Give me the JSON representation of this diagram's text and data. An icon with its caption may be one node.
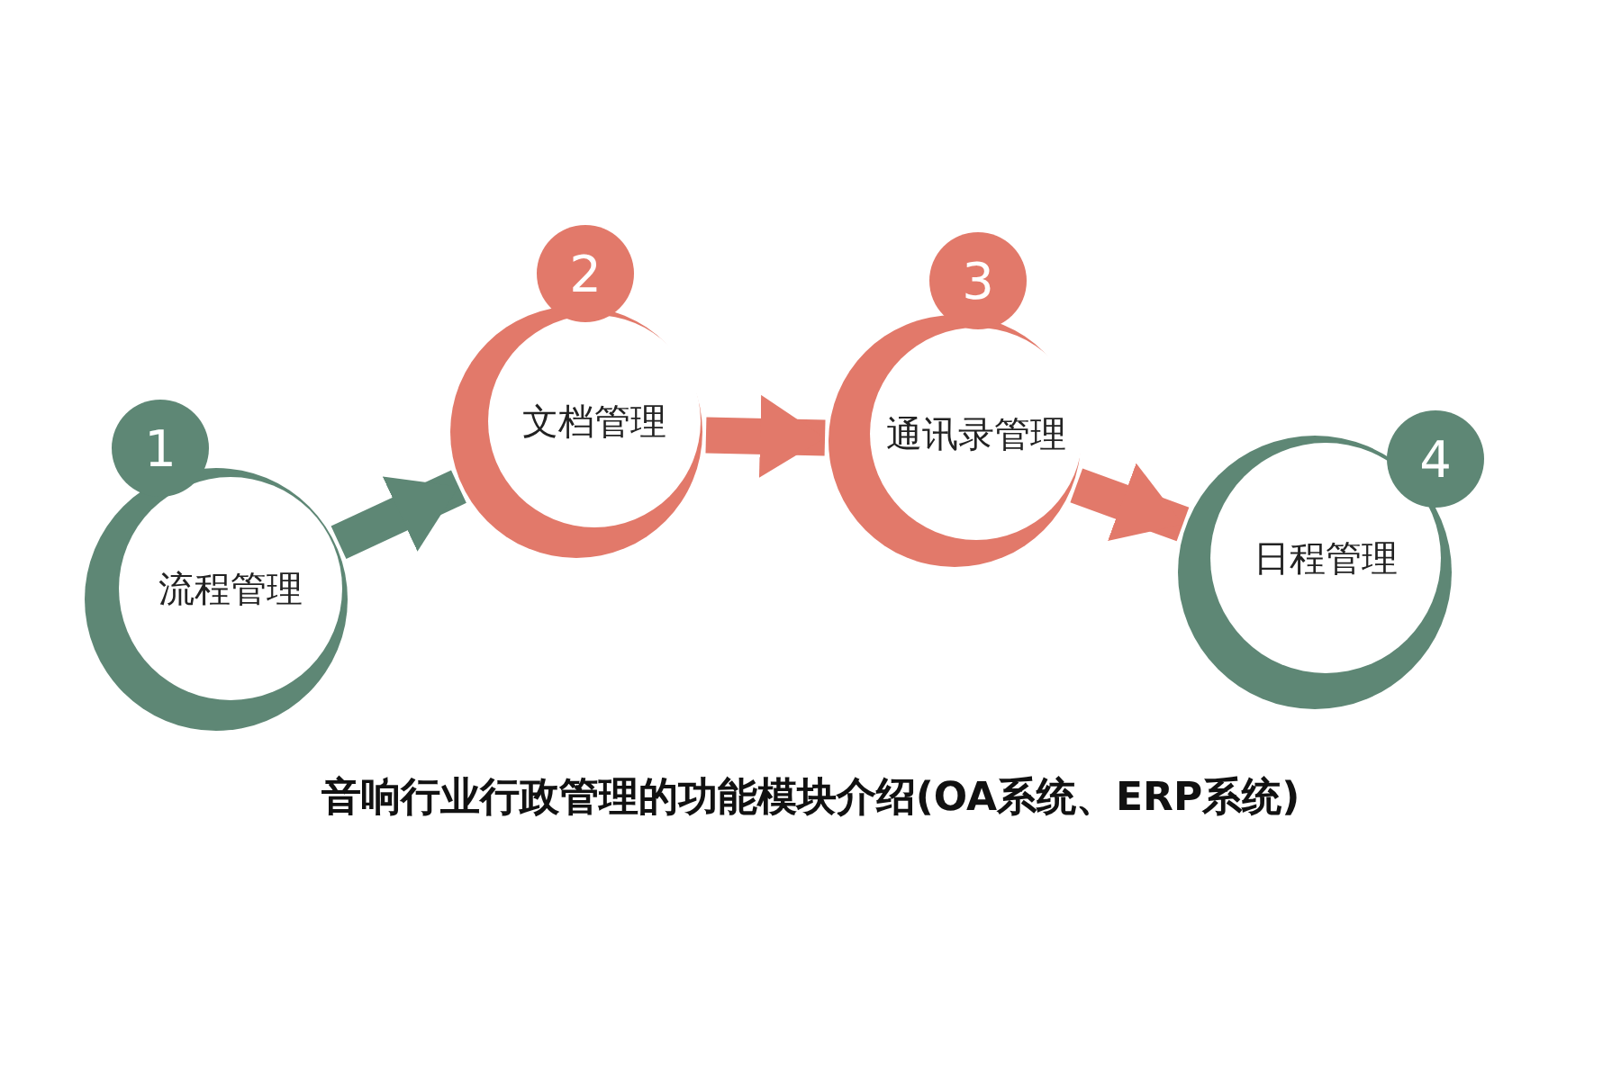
{
  "diagram": {
    "title": "音响行业行政管理的功能模块介绍(OA系统、ERP系统)",
    "nodes": [
      {
        "text": [
          "流程管理"
        ]
      },
      {
        "text": [
          "文档管理"
        ]
      },
      {
        "text": [
          "通讯录管理"
        ]
      },
      {
        "text": [
          "日程管理"
        ]
      },
      {
        "text": [
          "1"
        ]
      },
      {
        "text": [
          "2"
        ]
      },
      {
        "text": [
          "3"
        ]
      },
      {
        "text": [
          "4"
        ]
      }
    ],
    "edges": [
      {
        "from": 0,
        "to": 1,
        "arrow": "to",
        "color": "#5e8775"
      },
      {
        "from": 1,
        "to": 2,
        "arrow": "to"
      },
      {
        "from": 2,
        "to": 3,
        "arrow": "to"
      }
    ]
  }
}
